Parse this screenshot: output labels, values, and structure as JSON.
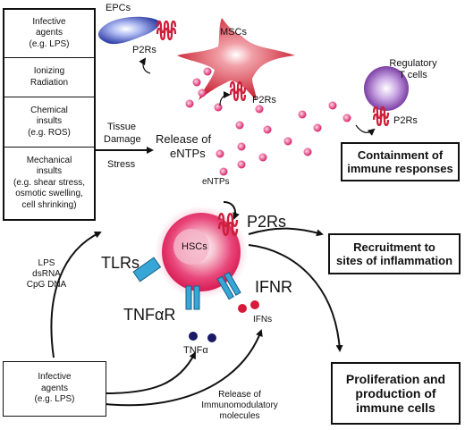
{
  "left_panel": {
    "items": [
      {
        "lines": [
          "Infective",
          "agents",
          "(e.g. LPS)"
        ]
      },
      {
        "lines": [
          "Ionizing",
          "Radiation"
        ]
      },
      {
        "lines": [
          "Chemical",
          "insults",
          "(e.g. ROS)"
        ]
      },
      {
        "lines": [
          "Mechanical",
          "insults",
          "(e.g. shear stress,",
          "osmotic swelling,",
          "cell shrinking)"
        ]
      }
    ]
  },
  "labels": {
    "epcs": "EPCs",
    "mscs": "MSCs",
    "regulatory_t_1": "Regulatory",
    "regulatory_t_2": "T cells",
    "p2rs_epc": "P2Rs",
    "p2rs_msc": "P2Rs",
    "p2rs_treg": "P2Rs",
    "tissue": "Tissue",
    "damage": "Damage",
    "stress": "Stress",
    "release_of": "Release of",
    "entps_big": "eNTPs",
    "entps_small": "eNTPs",
    "p2rs_hsc": "P2Rs",
    "hscs": "HSCs",
    "tlrs": "TLRs",
    "ifnr": "IFNR",
    "tnfar": "TNFαR",
    "ifns": "IFNs",
    "tnfa": "TNFα",
    "lps": "LPS",
    "dsrna": "dsRNA",
    "cpg": "CpG DNA",
    "release_immuno_1": "Release of",
    "release_immuno_2": "Immunomodulatory",
    "release_immuno_3": "molecules"
  },
  "bottom_left_box": [
    "Infective",
    "agents",
    "(e.g. LPS)"
  ],
  "outcomes": {
    "containment": [
      "Containment of",
      "immune responses"
    ],
    "recruitment": [
      "Recruitment to",
      "sites of inflammation"
    ],
    "proliferation": [
      "Proliferation and",
      "production of",
      "immune cells"
    ]
  },
  "colors": {
    "hsc_core": "#f7c7d3",
    "hsc_outer": "#e01e5a",
    "msc": "#cc2233",
    "epc": "#2a3aa8",
    "treg": "#7a2fa0",
    "receptor": "#cc1f3a",
    "tlr_blue": "#37a7d8",
    "dot_pink": "#e8377a",
    "dot_navy": "#1a1a66"
  }
}
